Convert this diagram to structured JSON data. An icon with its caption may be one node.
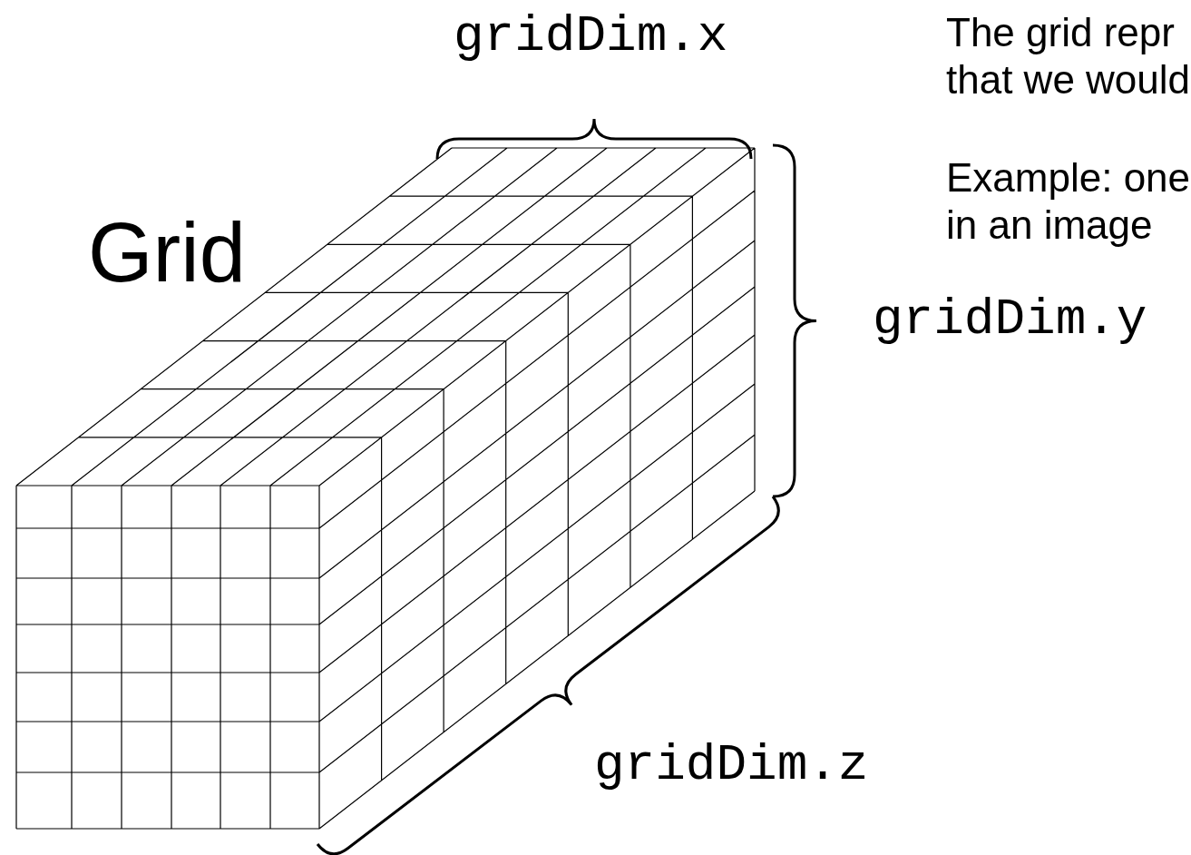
{
  "diagram": {
    "title": "Grid",
    "labels": [
      "gridDim.x",
      "The grid repr that we would",
      "Example: one in an image",
      "gridDim.y",
      "gridDim.z"
    ]
  }
}
